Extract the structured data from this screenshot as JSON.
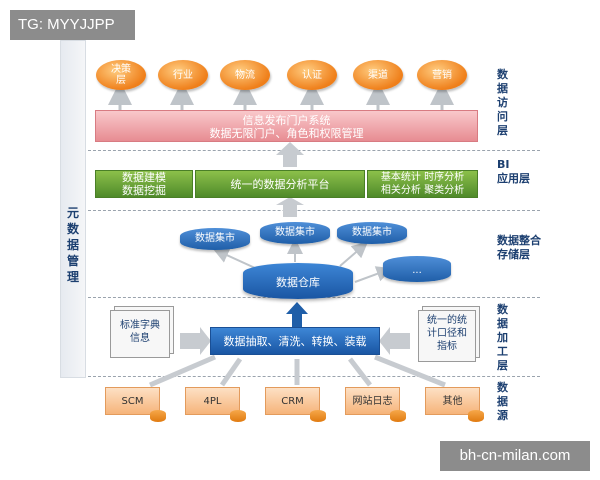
{
  "watermarks": {
    "top_left": "TG: MYYJJPP",
    "bottom_right": "bh-cn-milan.com"
  },
  "sidebar": {
    "label": "元\n数\n据\n管\n理"
  },
  "layers": {
    "access": "数\n据\n访\n问\n层",
    "bi": "BI\n应用层",
    "storage": "数据整合\n存储层",
    "processing": "数\n据\n加\n工\n层",
    "source": "数\n据\n源"
  },
  "access_items": [
    "决策\n层",
    "行业",
    "物流",
    "认证",
    "渠道",
    "营销"
  ],
  "portal": {
    "title": "信息发布门户系统",
    "subtitle": "数据无限门户、角色和权限管理"
  },
  "bi_boxes": {
    "left": "数据建模\n数据挖掘",
    "center": "统一的数据分析平台",
    "right": "基本统计  时序分析\n相关分析  聚类分析"
  },
  "storage": {
    "marts": [
      "数据集市",
      "数据集市",
      "数据集市"
    ],
    "other": "...",
    "warehouse": "数据仓库"
  },
  "processing": {
    "dictionary": "标准字典\n信息",
    "etl": "数据抽取、清洗、转换、装载",
    "metrics": "统一的统\n计口径和\n指标"
  },
  "sources": [
    "SCM",
    "4PL",
    "CRM",
    "网站日志",
    "其他"
  ],
  "colors": {
    "orange": "#ef7f1a",
    "green": "#5b9a33",
    "blue": "#1f5ea8",
    "pink": "#e78c92",
    "source_bg": "#f9c99a"
  }
}
